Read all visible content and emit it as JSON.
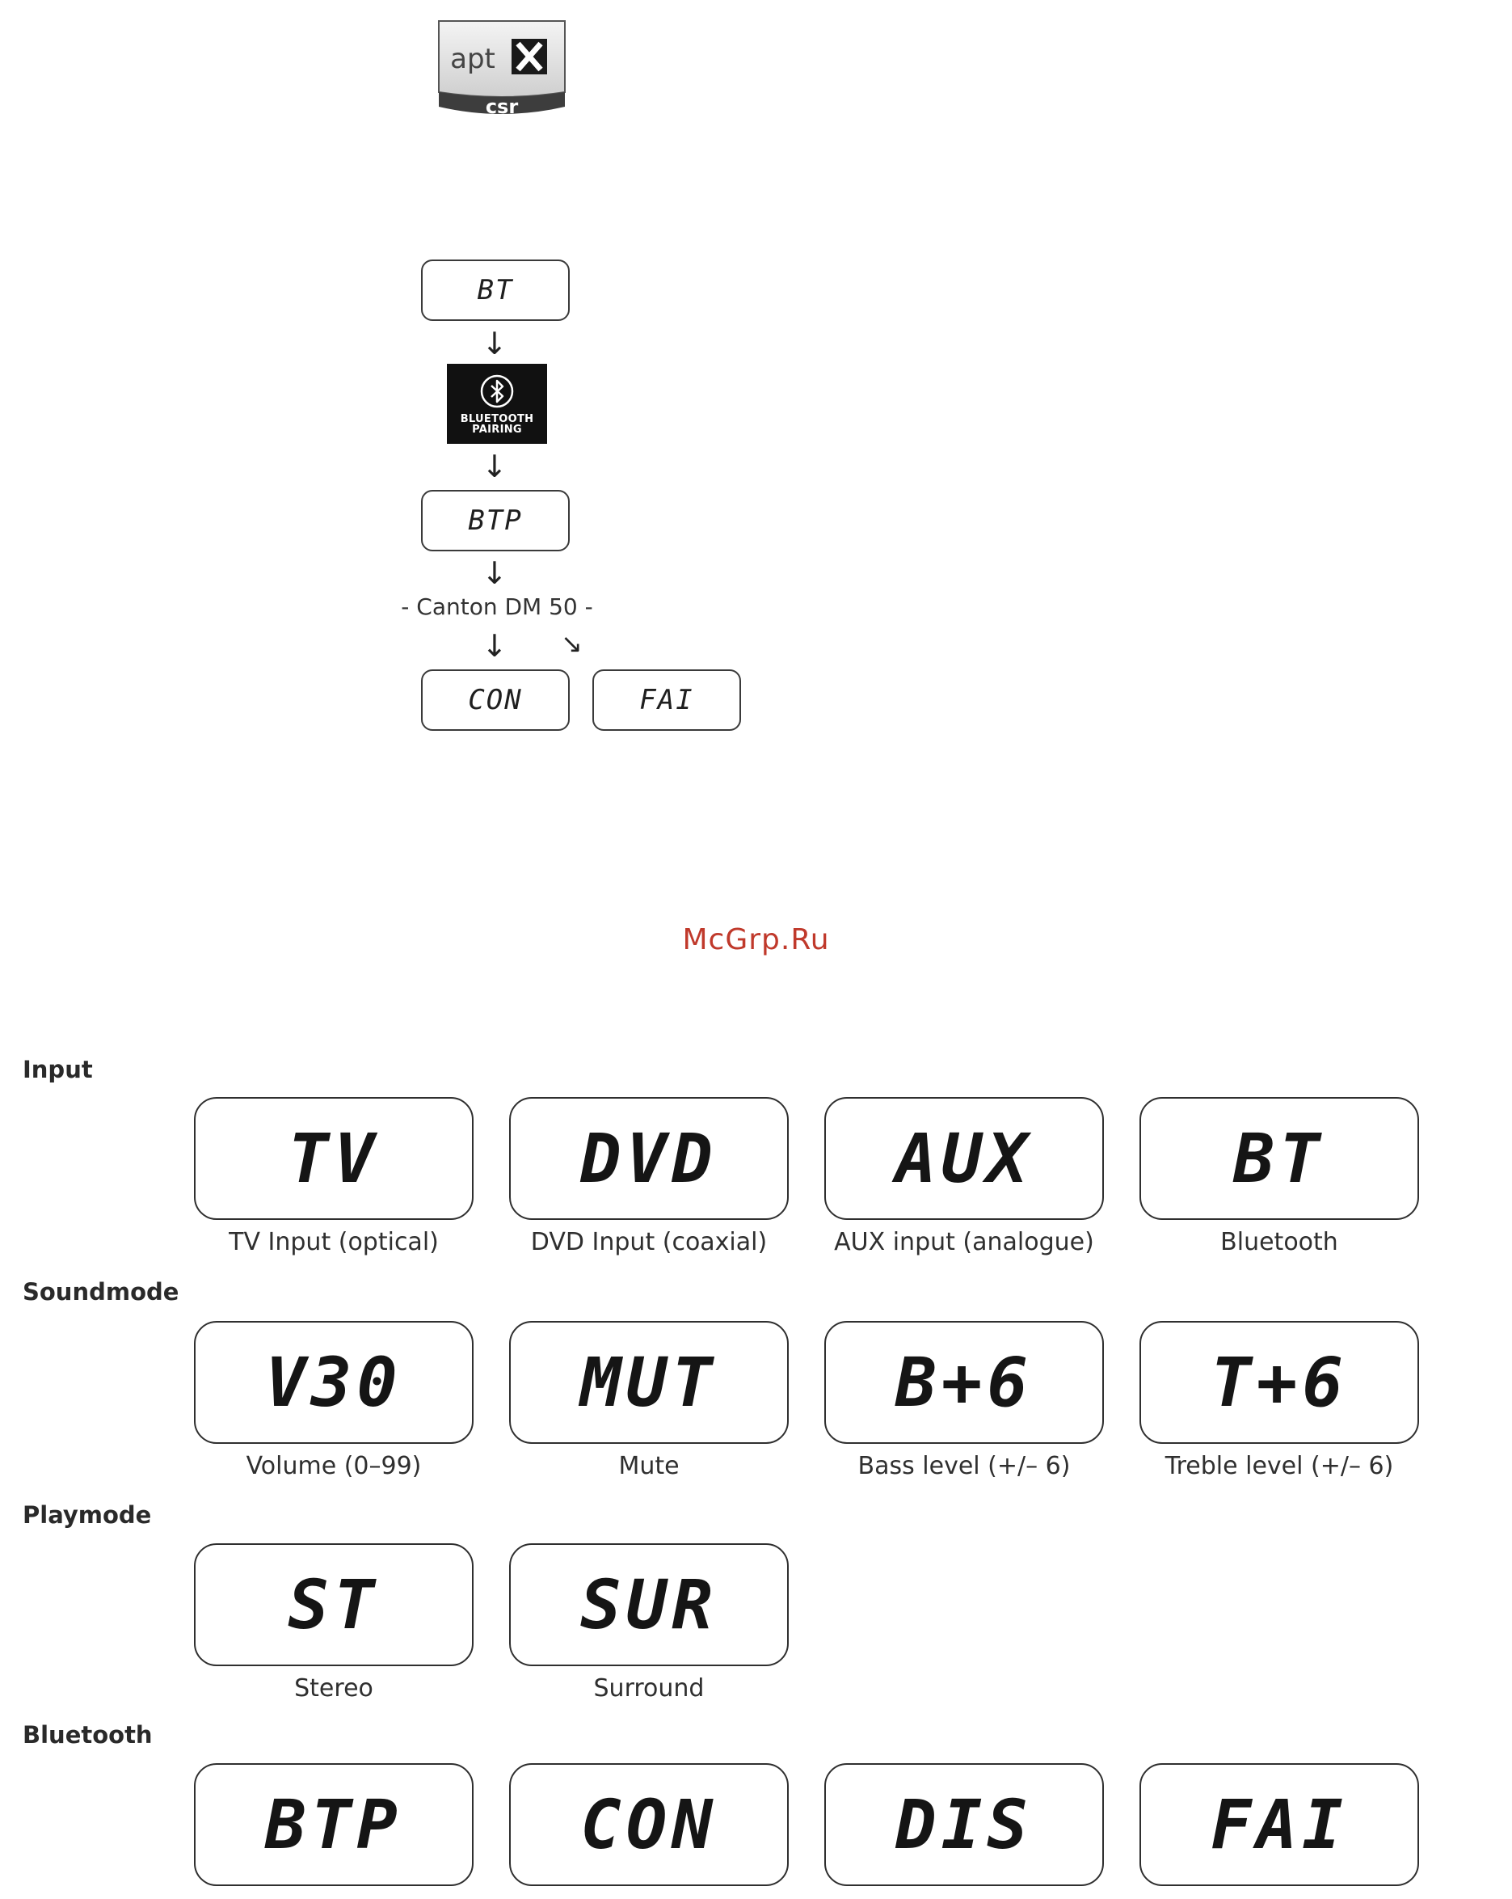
{
  "badge": {
    "brand": "apt",
    "mark": "X",
    "sub": "csr"
  },
  "pairing_flow": {
    "step1": "BT",
    "bt_pairing_line1": "BLUETOOTH",
    "bt_pairing_line2": "PAIRING",
    "step2": "BTP",
    "device_name": "- Canton DM 50 -",
    "result_success": "CON",
    "result_fail": "FAI",
    "arrow_down": "↓",
    "arrow_diag": "↘"
  },
  "watermark": "McGrp.Ru",
  "sections": {
    "input": {
      "title": "Input",
      "items": [
        {
          "display": "TV",
          "caption": "TV Input (optical)"
        },
        {
          "display": "DVD",
          "caption": "DVD Input (coaxial)"
        },
        {
          "display": "AUX",
          "caption": "AUX input (analogue)"
        },
        {
          "display": "BT",
          "caption": "Bluetooth"
        }
      ]
    },
    "soundmode": {
      "title": "Soundmode",
      "items": [
        {
          "display": "V30",
          "caption": "Volume (0–99)"
        },
        {
          "display": "MUT",
          "caption": "Mute"
        },
        {
          "display": "B+6",
          "caption": "Bass level (+/– 6)"
        },
        {
          "display": "T+6",
          "caption": "Treble level (+/– 6)"
        }
      ]
    },
    "playmode": {
      "title": "Playmode",
      "items": [
        {
          "display": "ST",
          "caption": "Stereo"
        },
        {
          "display": "SUR",
          "caption": "Surround"
        }
      ]
    },
    "bluetooth": {
      "title": "Bluetooth",
      "items": [
        {
          "display": "BTP"
        },
        {
          "display": "CON"
        },
        {
          "display": "DIS"
        },
        {
          "display": "FAI"
        }
      ]
    }
  }
}
